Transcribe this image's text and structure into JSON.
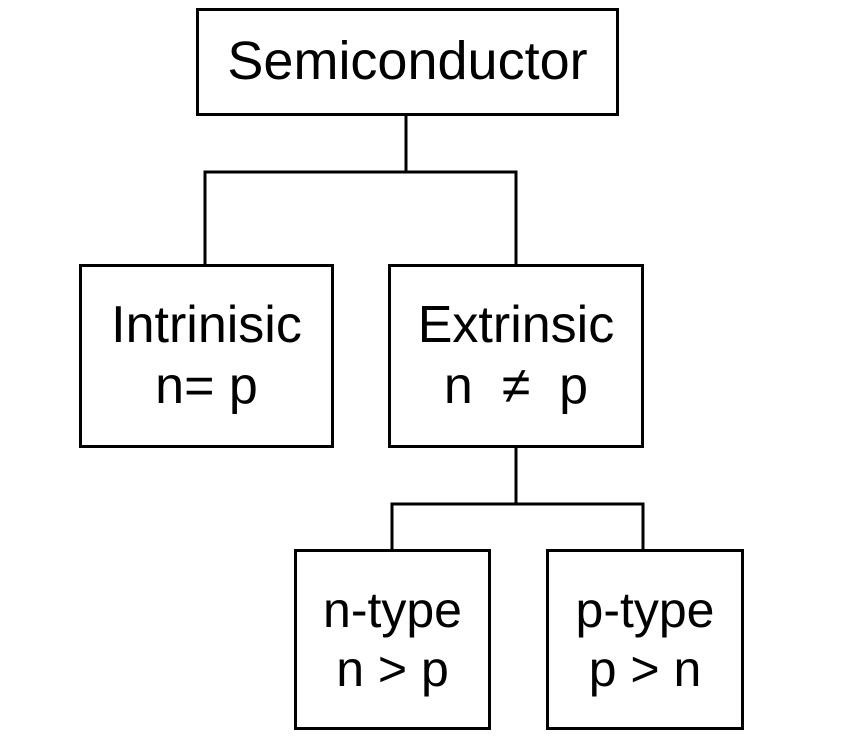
{
  "diagram": {
    "root": {
      "label": "Semiconductor"
    },
    "intrinsic": {
      "label": "Intrinisic",
      "relation": "n= p"
    },
    "extrinsic": {
      "label": "Extrinsic",
      "relation": "n  ≠  p"
    },
    "n_type": {
      "label": "n-type",
      "relation": "n > p"
    },
    "p_type": {
      "label": "p-type",
      "relation": "p > n"
    },
    "colors": {
      "line": "#000000",
      "box_fill": "#ffffff",
      "text": "#000000"
    }
  }
}
